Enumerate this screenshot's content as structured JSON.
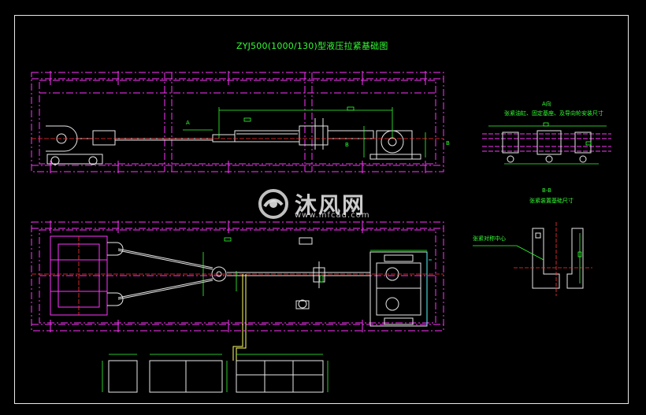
{
  "drawing": {
    "title": "ZYJ500(1000/130)型液压拉紧基础图",
    "labels": {
      "section_a_marker": "A",
      "section_b_marker": "B",
      "section_b_marker_right": "B",
      "view_a_title": "A向",
      "view_a_note": "张紧油缸、固定基座、及导向轮安装尺寸",
      "view_b_title": "B-B",
      "view_b_note": "张紧装置基础尺寸",
      "centerline_note": "张紧对称中心"
    }
  },
  "watermark": {
    "text": "沐风网",
    "url": "www.mfcad.com"
  },
  "colors": {
    "background": "#000000",
    "frame": "#e8e8e8",
    "foundation": "#ff33ff",
    "text": "#33ff33",
    "equipment": "#e8e8e8",
    "center": "#ff3333",
    "pipe": "#ffff66",
    "dim": "#33ffff"
  }
}
